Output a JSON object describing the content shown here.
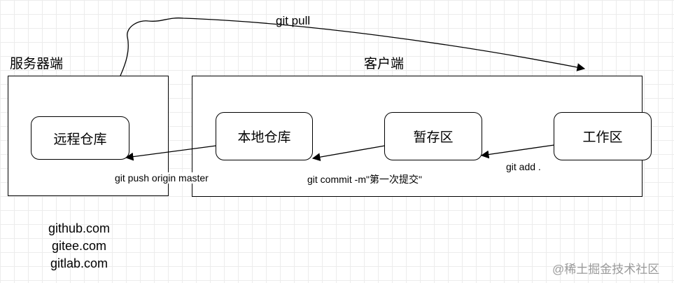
{
  "regions": {
    "server_label": "服务器端",
    "client_label": "客户端"
  },
  "nodes": {
    "remote_repo": "远程仓库",
    "local_repo": "本地仓库",
    "staging": "暂存区",
    "workspace": "工作区"
  },
  "edges": {
    "git_pull": "git pull",
    "git_push": "git push origin master",
    "git_commit": "git commit -m\"第一次提交\"",
    "git_add": "git add ."
  },
  "sites": [
    "github.com",
    "gitee.com",
    "gitlab.com"
  ],
  "watermark": "@稀土掘金技术社区"
}
